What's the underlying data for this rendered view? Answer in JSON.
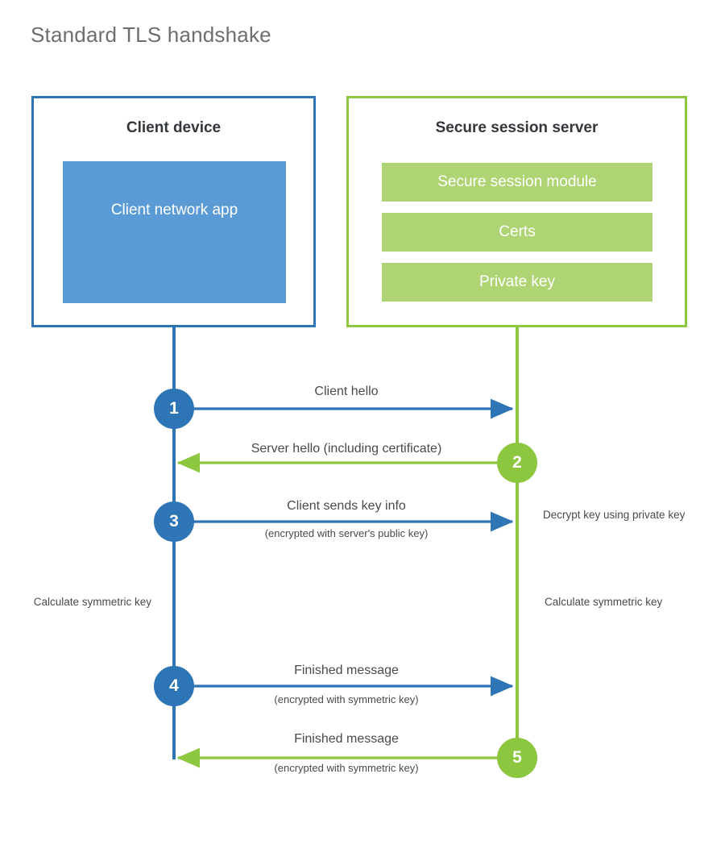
{
  "diagram": {
    "title": "Standard TLS handshake",
    "colors": {
      "client_accent": "#2E75B6",
      "client_fill": "#5B9BD5",
      "server_accent": "#8DC63F",
      "server_fill": "#AFD474",
      "text": "#4a4a4a",
      "title_text": "#6e6e6e",
      "background": "#ffffff"
    }
  },
  "client": {
    "title": "Client device",
    "app_label": "Client network app"
  },
  "server": {
    "title": "Secure session server",
    "components": [
      {
        "label": "Secure session module"
      },
      {
        "label": "Certs"
      },
      {
        "label": "Private key"
      }
    ]
  },
  "steps": [
    {
      "number": "1",
      "label": "Client hello",
      "sublabel": "",
      "direction": "client-to-server",
      "actor": "client"
    },
    {
      "number": "2",
      "label": "Server hello (including certificate)",
      "sublabel": "",
      "direction": "server-to-client",
      "actor": "server"
    },
    {
      "number": "3",
      "label": "Client sends key info",
      "sublabel": "(encrypted with server's public key)",
      "direction": "client-to-server",
      "actor": "client"
    },
    {
      "number": "4",
      "label": "Finished message",
      "sublabel": "(encrypted with symmetric key)",
      "direction": "client-to-server",
      "actor": "client"
    },
    {
      "number": "5",
      "label": "Finished message",
      "sublabel": "(encrypted with symmetric key)",
      "direction": "server-to-client",
      "actor": "server"
    }
  ],
  "annotations": {
    "decrypt_key": "Decrypt key using private key",
    "client_symmetric": "Calculate symmetric key",
    "server_symmetric": "Calculate symmetric key"
  }
}
